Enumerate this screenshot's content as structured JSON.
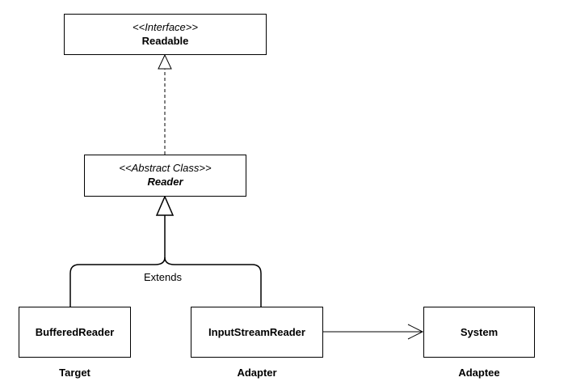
{
  "nodes": {
    "readable": {
      "stereotype": "<<Interface>>",
      "name": "Readable"
    },
    "reader": {
      "stereotype": "<<Abstract Class>>",
      "name": "Reader"
    },
    "buffered_reader": {
      "name": "BufferedReader",
      "role": "Target"
    },
    "input_stream_reader": {
      "name": "InputStreamReader",
      "role": "Adapter"
    },
    "system": {
      "name": "System",
      "role": "Adaptee"
    }
  },
  "edges": {
    "extends_label": "Extends"
  },
  "colors": {
    "stroke": "#000000",
    "background": "#ffffff"
  }
}
